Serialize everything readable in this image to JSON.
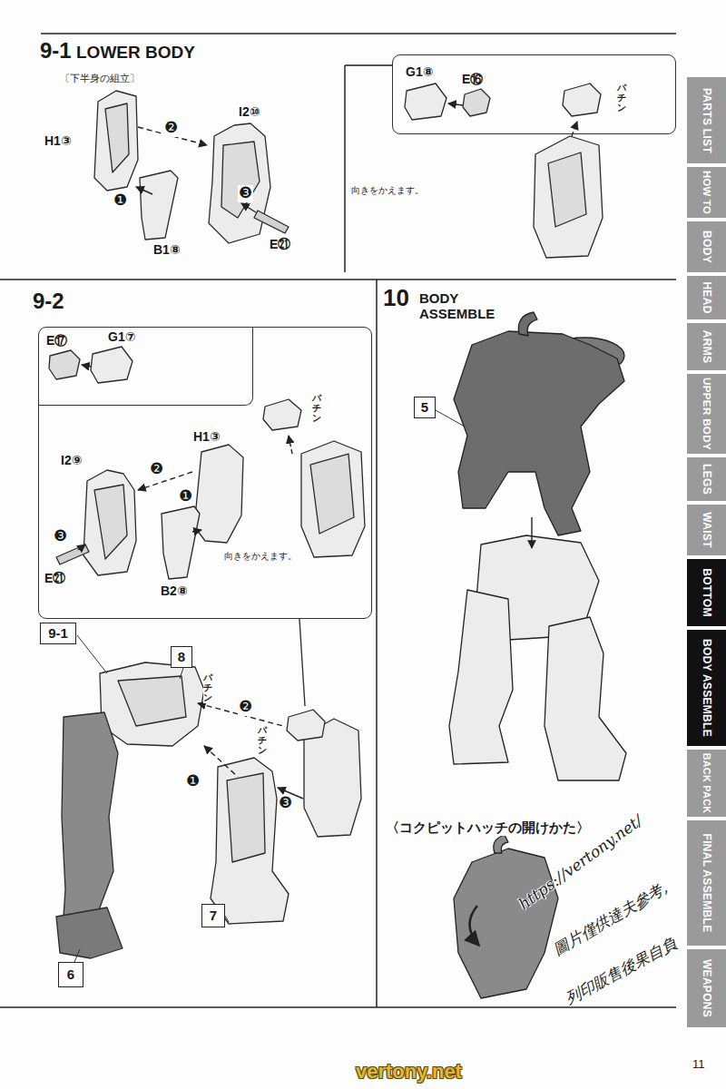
{
  "diagram": {
    "nodes": [
      {
        "text": [
          "9-1",
          "LOWER BODY",
          "〔下半身の組立〕"
        ]
      },
      {
        "text": [
          "G1⑧",
          "E⑯"
        ],
        "in": 0
      },
      {
        "text": [
          "9-2"
        ]
      },
      {
        "text": [
          "向きをかえます。"
        ],
        "in": 2
      },
      {
        "text": [
          "E⑰",
          "G1⑦"
        ],
        "in": 3
      },
      {
        "text": [
          "9-1"
        ],
        "in": 2
      },
      {
        "text": [
          "8"
        ],
        "in": 2
      },
      {
        "text": [
          "6"
        ],
        "in": 2
      },
      {
        "text": [
          "7"
        ],
        "in": 2
      },
      {
        "text": [
          "10",
          "BODY ASSEMBLE"
        ]
      },
      {
        "text": [
          "5"
        ],
        "in": 9
      },
      {
        "text": [
          "PARTS LIST"
        ]
      },
      {
        "text": [
          "HOW TO"
        ]
      },
      {
        "text": [
          "BODY"
        ]
      },
      {
        "text": [
          "HEAD"
        ]
      },
      {
        "text": [
          "ARMS"
        ]
      },
      {
        "text": [
          "UPPER BODY"
        ]
      },
      {
        "text": [
          "LEGS"
        ]
      },
      {
        "text": [
          "WAIST"
        ]
      },
      {
        "text": [
          "BOTTOM"
        ]
      },
      {
        "text": [
          "BODY ASSEMBLE"
        ]
      },
      {
        "text": [
          "BACK PACK"
        ]
      },
      {
        "text": [
          "FINAL ASSEMBLE"
        ]
      },
      {
        "text": [
          "WEAPONS"
        ]
      }
    ],
    "labels": [
      "H1③",
      "B1⑧",
      "I2⑩",
      "E㉑",
      "❶",
      "❷",
      "❸",
      "パチン",
      "向きをかえます。",
      "H1③",
      "I2⑨",
      "B2⑧",
      "E㉑",
      "❶",
      "❷",
      "❸",
      "パチン",
      "パチン",
      "パチン",
      "❶",
      "❷",
      "❸",
      "〈コクピットハッチの開けかた〉",
      "https://vertony.net/",
      "圖片僅供達夫參考,",
      "列印販售後果自負",
      "vertony.net",
      "11"
    ]
  }
}
